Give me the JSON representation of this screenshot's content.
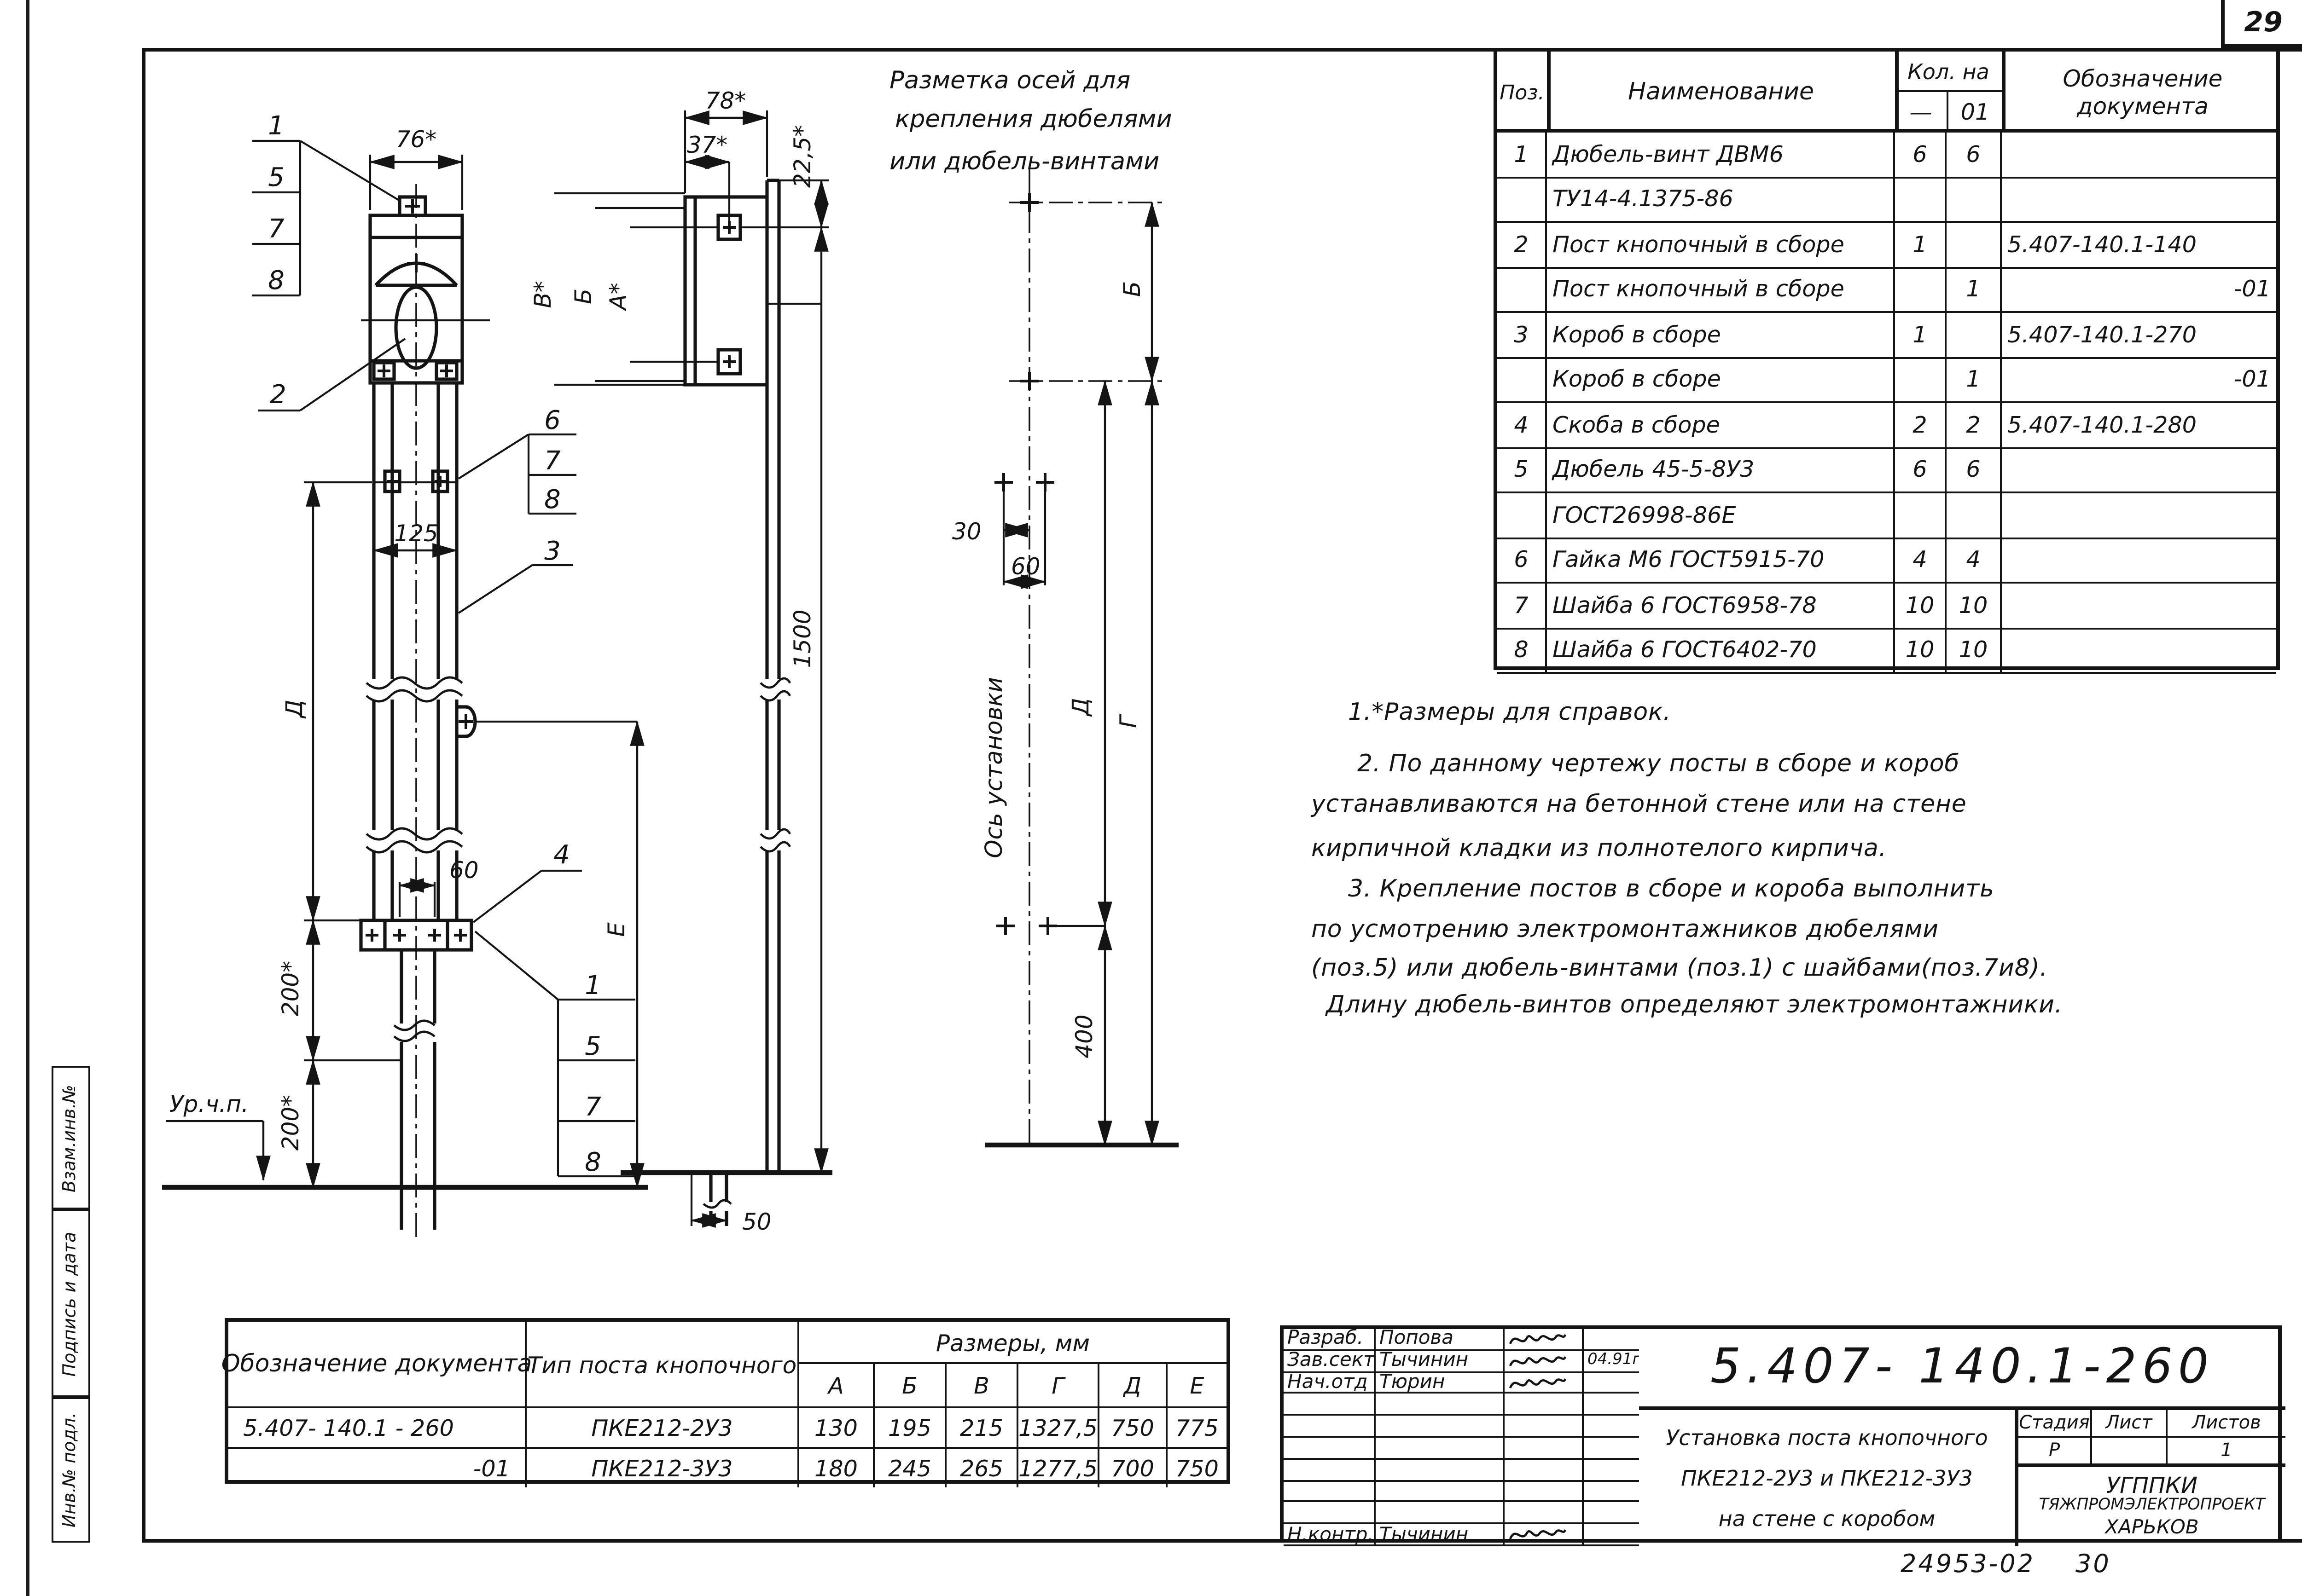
{
  "meta": {
    "page_number": "29",
    "footer_code": "24953-02",
    "footer_sheet": "30"
  },
  "side_strip": {
    "items": [
      "Взам.инв.№",
      "Подпись и дата",
      "Инв.№ подл."
    ]
  },
  "caption": {
    "line1": "Разметка осей для",
    "line2": "крепления  дюбелями",
    "line3": "или дюбель-винтами"
  },
  "drawing": {
    "front": {
      "dim76": "76*",
      "dim125": "125",
      "dim60": "60",
      "dim200a": "200*",
      "dim200b": "200*",
      "dimD": "Д",
      "dimE": "Е",
      "floor": "Ур.ч.п.",
      "stack_top": [
        "1",
        "5",
        "7",
        "8"
      ],
      "balloon2": "2",
      "stack_mid": [
        "6",
        "7",
        "8"
      ],
      "balloon3": "3",
      "balloon4": "4",
      "stack_bottom": [
        "1",
        "5",
        "7",
        "8"
      ]
    },
    "side": {
      "dim78": "78*",
      "dim37": "37*",
      "dim225": "22,5*",
      "dimB": "В*",
      "dimBb": "Б",
      "dimA": "А*",
      "dim1500": "1500",
      "dim50": "50"
    },
    "axes": {
      "dimB": "Б",
      "dim30": "30",
      "dim60": "60",
      "axis_label": "Ось установки",
      "dimD": "Д",
      "dimG": "Г",
      "dim400": "400"
    }
  },
  "notes": {
    "lines": [
      "1.*Размеры для справок.",
      "2. По данному чертежу посты в сборе и короб",
      "устанавливаются на бетонной стене или на стене",
      "кирпичной кладки из полнотелого кирпича.",
      "3. Крепление постов в сборе и короба выполнить",
      "по усмотрению  электромонтажников дюбелями",
      "(поз.5) или дюбель-винтами (поз.1) с шайбами(поз.7и8).",
      "Длину дюбель-винтов определяют электромонтажники."
    ]
  },
  "parts_table": {
    "headers": {
      "poz": "Поз.",
      "name": "Наименование",
      "qty": "Кол. на",
      "qty_dash": "—",
      "qty_01": "01",
      "doc": "Обозначение документа"
    },
    "rows": [
      {
        "poz": "1",
        "name": "Дюбель-винт ДВМ6",
        "q1": "6",
        "q2": "6",
        "doc": ""
      },
      {
        "poz": "",
        "name": "ТУ14-4.1375-86",
        "q1": "",
        "q2": "",
        "doc": ""
      },
      {
        "poz": "2",
        "name": "Пост кнопочный в сборе",
        "q1": "1",
        "q2": "",
        "doc": "5.407-140.1-140"
      },
      {
        "poz": "",
        "name": "Пост кнопочный в сборе",
        "q1": "",
        "q2": "1",
        "doc": "-01"
      },
      {
        "poz": "3",
        "name": "Короб в сборе",
        "q1": "1",
        "q2": "",
        "doc": "5.407-140.1-270"
      },
      {
        "poz": "",
        "name": "Короб в сборе",
        "q1": "",
        "q2": "1",
        "doc": "-01"
      },
      {
        "poz": "4",
        "name": "Скоба в сборе",
        "q1": "2",
        "q2": "2",
        "doc": "5.407-140.1-280"
      },
      {
        "poz": "5",
        "name": "Дюбель 45-5-8У3",
        "q1": "6",
        "q2": "6",
        "doc": ""
      },
      {
        "poz": "",
        "name": "ГОСТ26998-86Е",
        "q1": "",
        "q2": "",
        "doc": ""
      },
      {
        "poz": "6",
        "name": "Гайка М6 ГОСТ5915-70",
        "q1": "4",
        "q2": "4",
        "doc": ""
      },
      {
        "poz": "7",
        "name": "Шайба 6 ГОСТ6958-78",
        "q1": "10",
        "q2": "10",
        "doc": ""
      },
      {
        "poz": "8",
        "name": "Шайба 6 ГОСТ6402-70",
        "q1": "10",
        "q2": "10",
        "doc": ""
      }
    ]
  },
  "size_table": {
    "headers": {
      "doc": "Обозначение документа",
      "type": "Тип поста кнопочного",
      "sizes": "Размеры, мм",
      "cols": [
        "А",
        "Б",
        "В",
        "Г",
        "Д",
        "Е"
      ]
    },
    "rows": [
      {
        "doc": "5.407- 140.1 - 260",
        "type": "ПКЕ212-2У3",
        "vals": [
          "130",
          "195",
          "215",
          "1327,5",
          "750",
          "775"
        ]
      },
      {
        "doc": "-01",
        "type": "ПКЕ212-3У3",
        "vals": [
          "180",
          "245",
          "265",
          "1277,5",
          "700",
          "750"
        ]
      }
    ]
  },
  "title_block": {
    "doc_number": "5.407- 140.1-260",
    "title_lines": [
      "Установка поста кнопочного",
      "ПКЕ212-2У3 и ПКЕ212-3У3",
      "на стене с коробом"
    ],
    "stage_label": "Стадия",
    "sheet_label": "Лист",
    "sheets_label": "Листов",
    "stage": "Р",
    "sheet": "",
    "sheets": "1",
    "org_lines": [
      "УГППКИ",
      "ТЯЖПРОМЭЛЕКТРОПРОЕКТ",
      "ХАРЬКОВ"
    ],
    "sign_rows": [
      {
        "role": "Разраб.",
        "name": "Попова",
        "signed": true,
        "date": ""
      },
      {
        "role": "Зав.сект.",
        "name": "Тычинин",
        "signed": true,
        "date": "04.91г."
      },
      {
        "role": "Нач.отд",
        "name": "Тюрин",
        "signed": true,
        "date": ""
      },
      {
        "role": "",
        "name": "",
        "signed": false,
        "date": ""
      },
      {
        "role": "",
        "name": "",
        "signed": false,
        "date": ""
      },
      {
        "role": "",
        "name": "",
        "signed": false,
        "date": ""
      },
      {
        "role": "",
        "name": "",
        "signed": false,
        "date": ""
      },
      {
        "role": "",
        "name": "",
        "signed": false,
        "date": ""
      },
      {
        "role": "",
        "name": "",
        "signed": false,
        "date": ""
      },
      {
        "role": "Н.контр.",
        "name": "Тычинин",
        "signed": true,
        "date": ""
      }
    ]
  }
}
